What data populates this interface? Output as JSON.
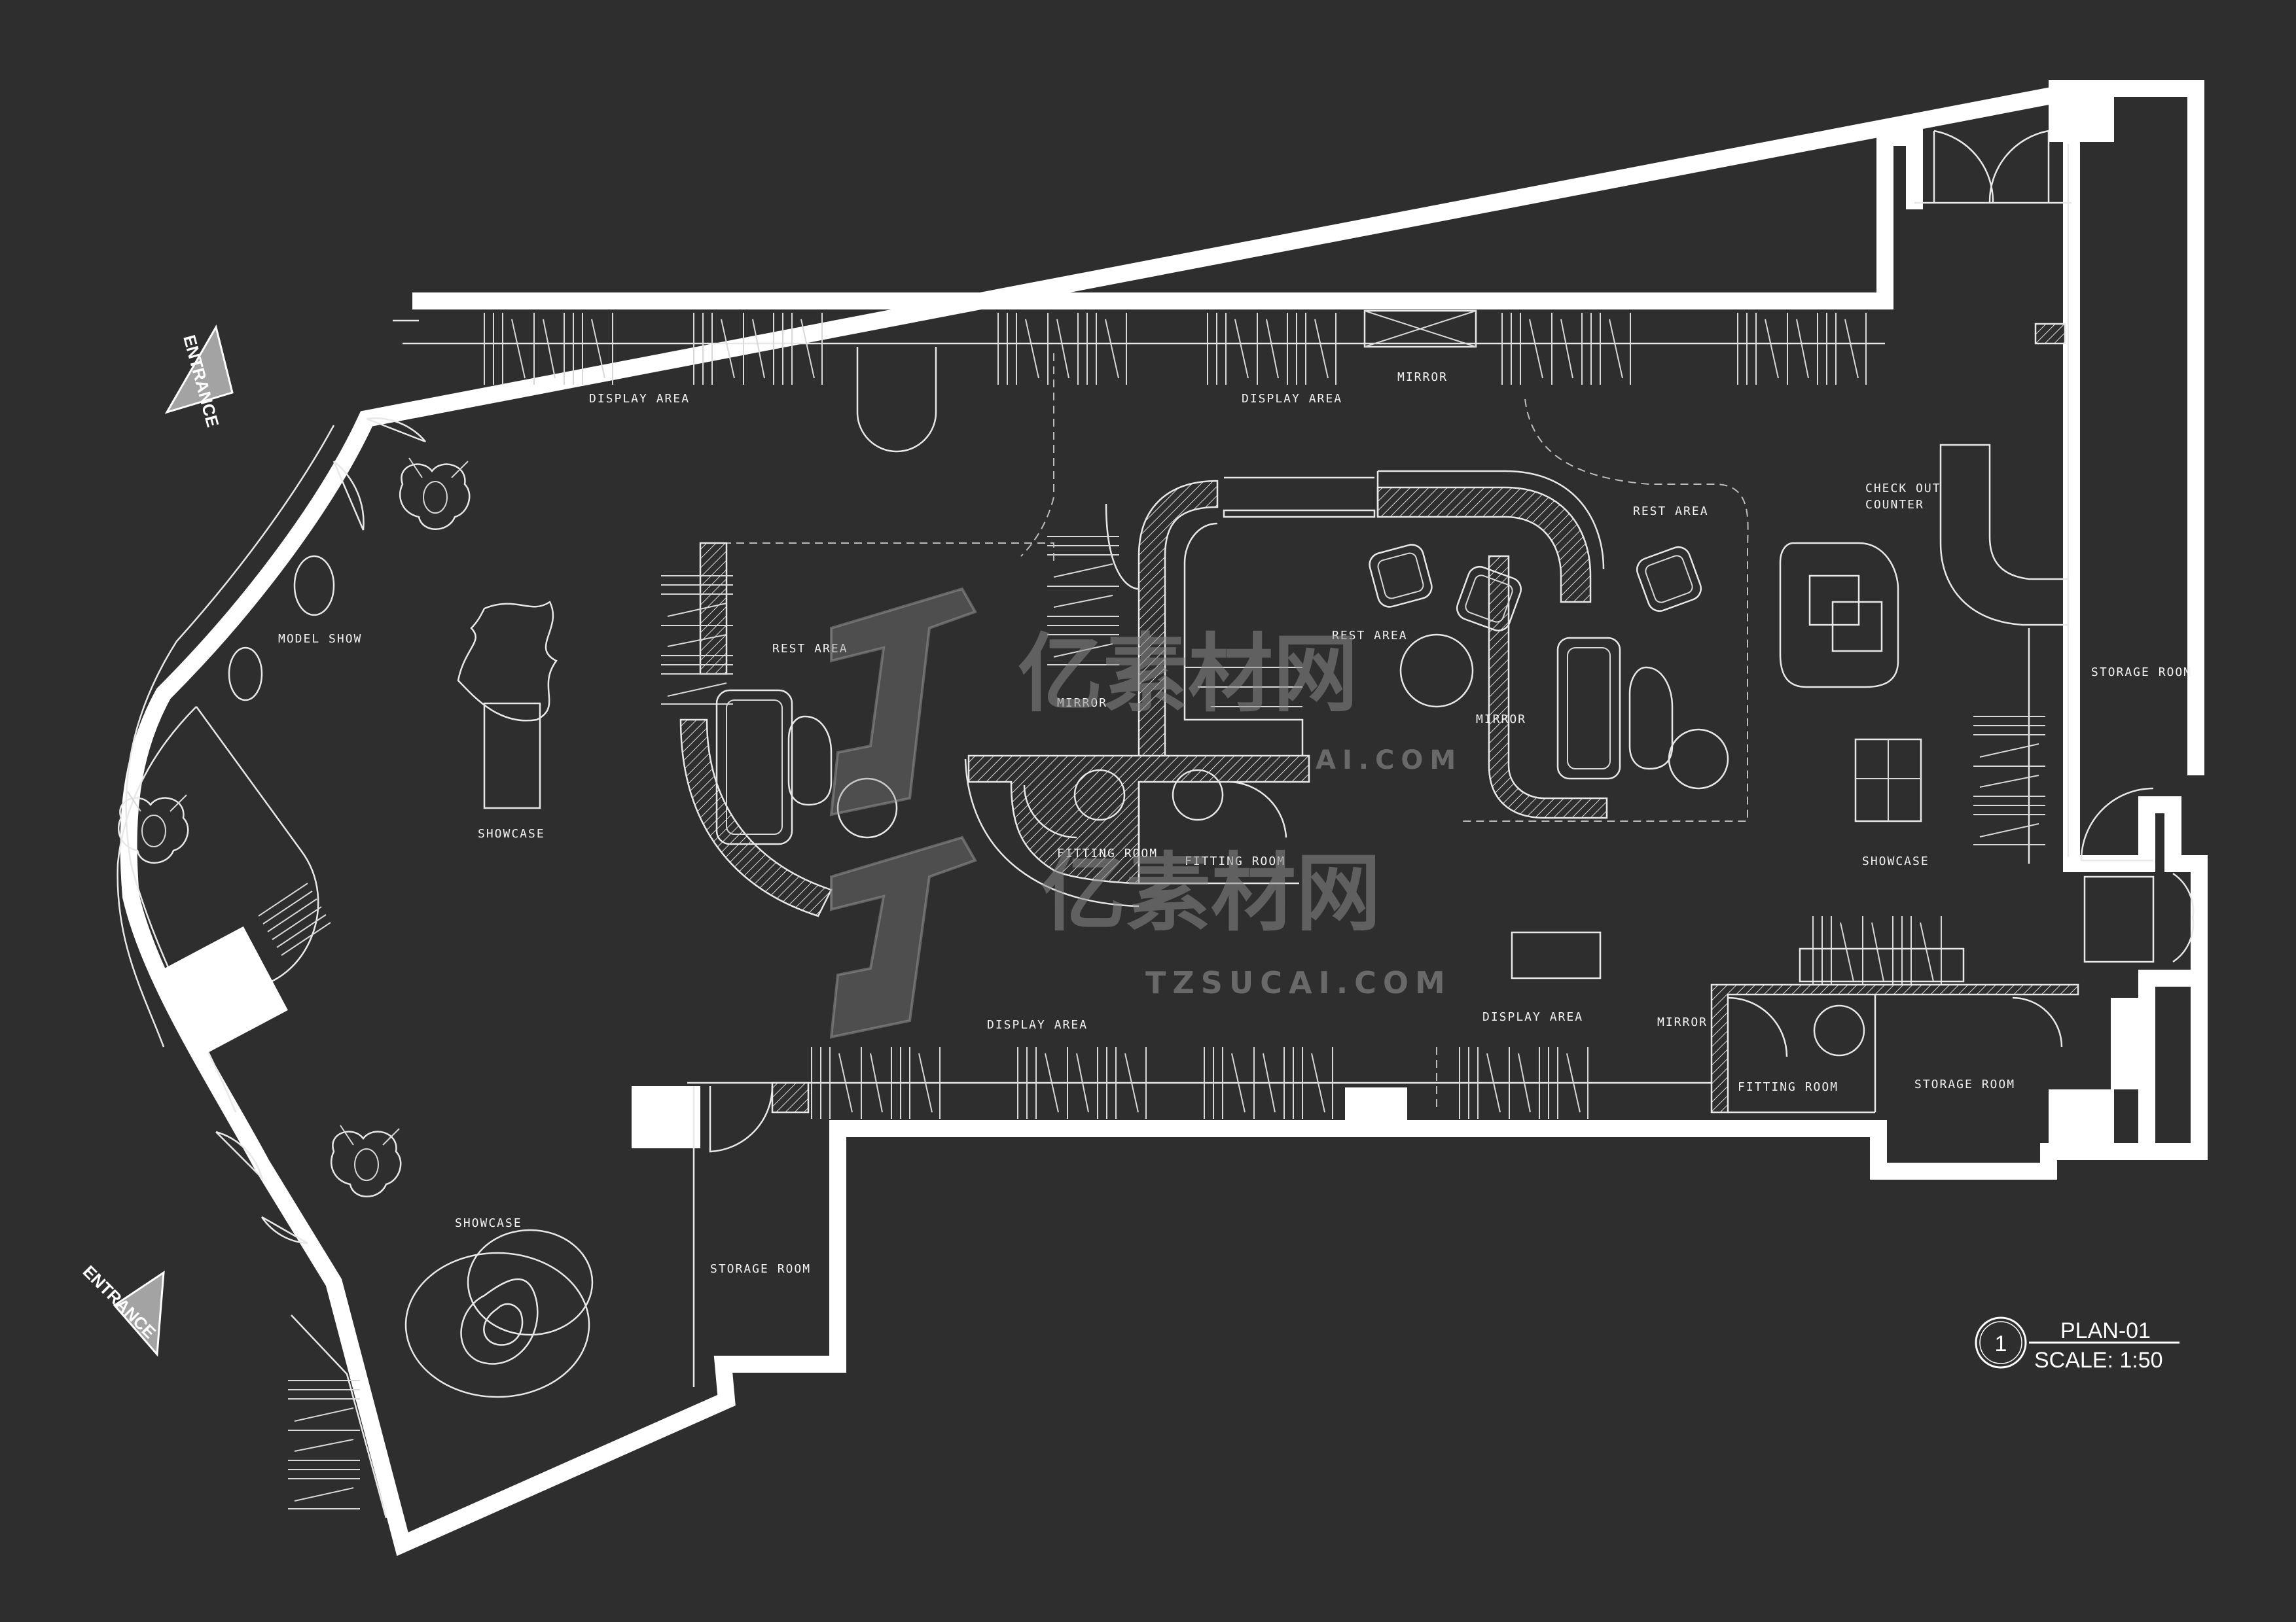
{
  "drawing": {
    "plan_label": "PLAN-01",
    "scale_label": "SCALE: 1:50",
    "index_number": "1"
  },
  "entrances": {
    "top": "ENTRANCE",
    "bottom": "ENTRANCE"
  },
  "labels": {
    "display_area_top_left": "DISPLAY AREA",
    "display_area_top_mid": "DISPLAY AREA",
    "mirror_top": "MIRROR",
    "model_show": "MODEL SHOW",
    "showcase_left": "SHOWCASE",
    "rest_area_left": "REST   AREA",
    "mirror_left": "MIRROR",
    "rest_area_mid": "REST   AREA",
    "mirror_mid": "MIRROR",
    "rest_area_right": "REST   AREA",
    "checkout_1": "CHECK OUT",
    "checkout_2": "COUNTER",
    "storage_room_right": "STORAGE ROOM",
    "fitting_room_1": "FITTING ROOM",
    "fitting_room_2": "FITTING ROOM",
    "showcase_right": "SHOWCASE",
    "display_area_bottom_left": "DISPLAY AREA",
    "display_area_bottom_mid": "DISPLAY AREA",
    "mirror_bottom": "MIRROR",
    "fitting_room_3": "FITTING ROOM",
    "storage_room_bottom_right": "STORAGE ROOM",
    "showcase_bottom_left": "SHOWCASE",
    "storage_room_bottom_left": "STORAGE ROOM"
  },
  "watermark": {
    "brand_cn": "亿素材网",
    "brand_url": "TZSUCAI.COM",
    "brand_url_partial": "AI.COM"
  },
  "colors": {
    "background": "#2e2e2e",
    "wall": "#ffffff",
    "line": "#e8e8e8",
    "entrance_marker": "#a3a3a3"
  },
  "icons": [
    "entrance-arrow-icon",
    "mannequin-icon",
    "armchair-icon",
    "sofa-icon",
    "round-table-icon",
    "door-swing-icon",
    "stair-icon",
    "clothing-rack-icon"
  ]
}
